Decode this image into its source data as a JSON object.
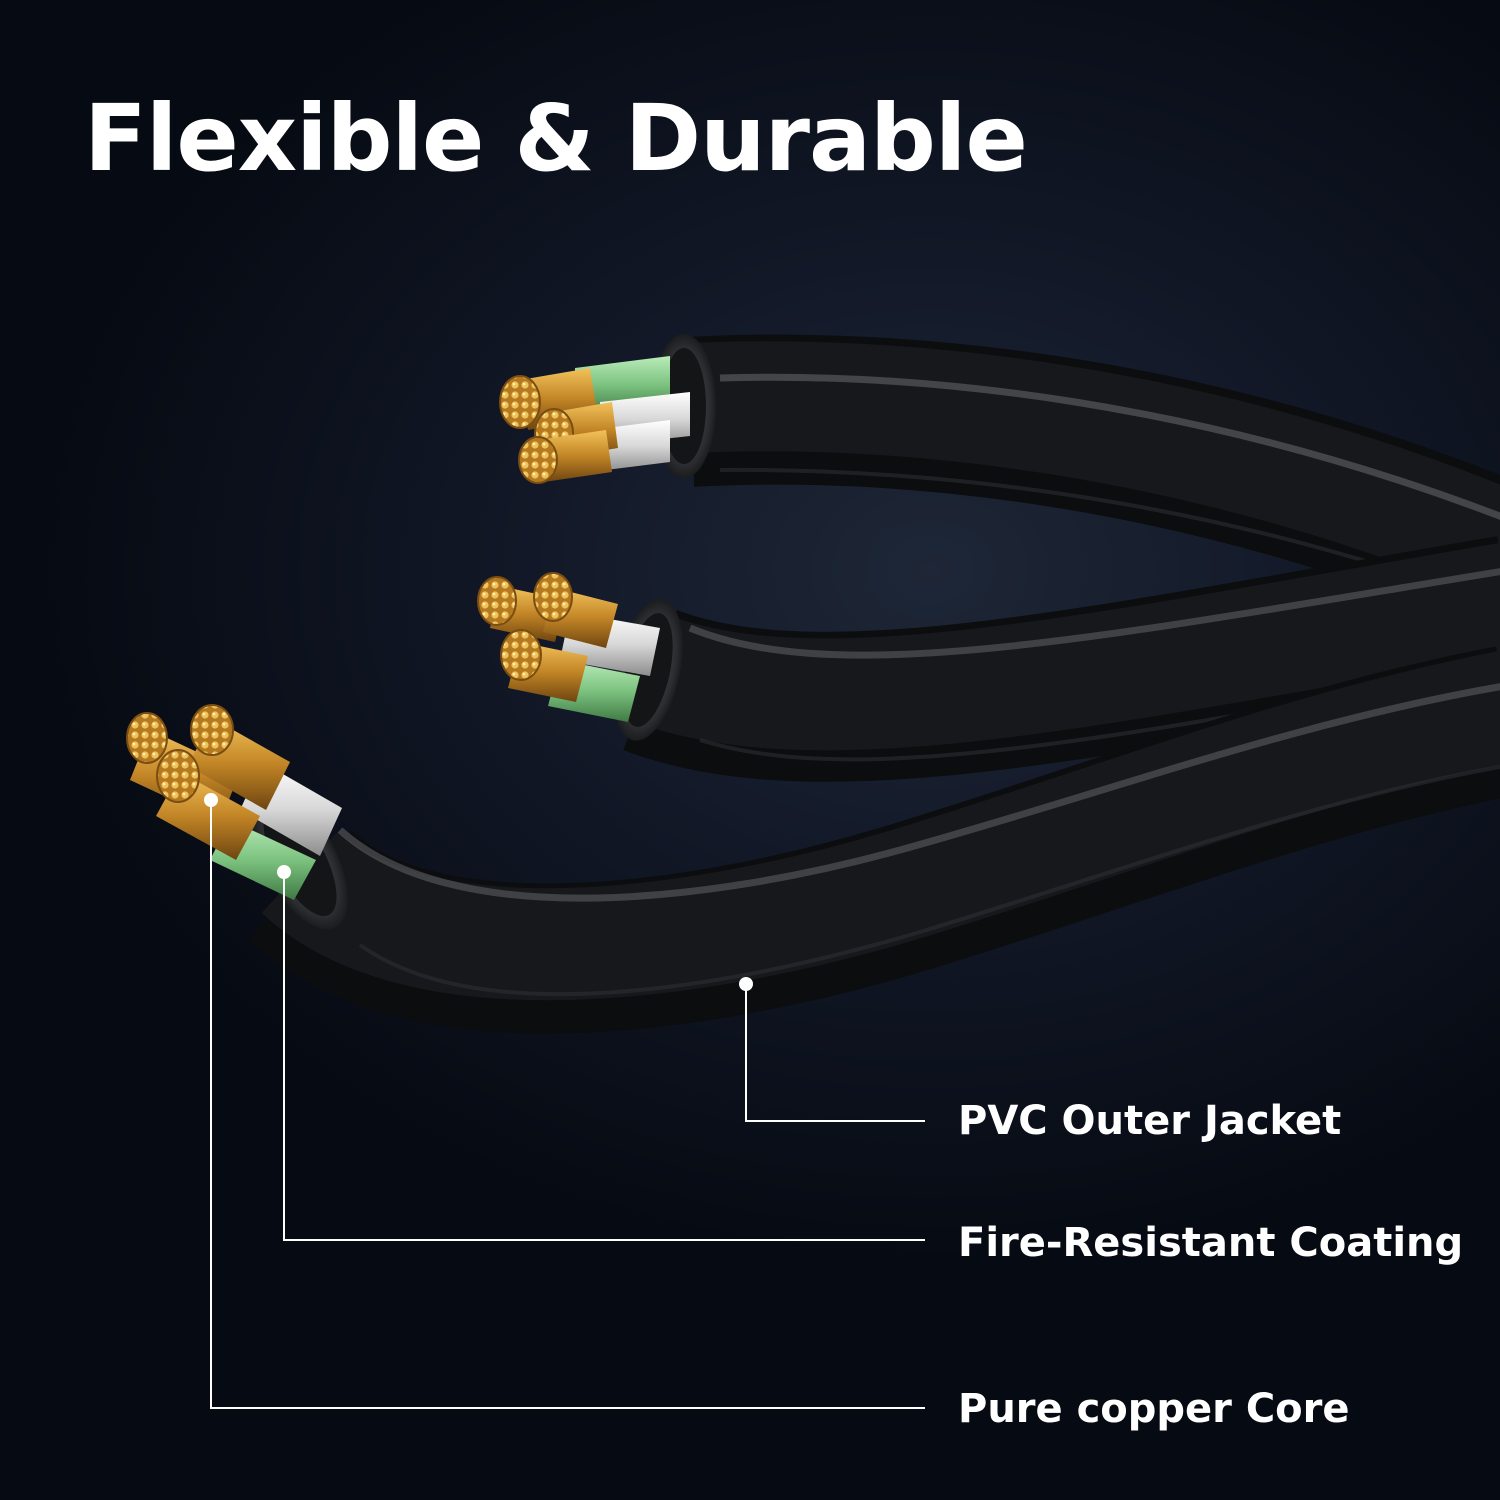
{
  "headline": "Flexible & Durable",
  "callouts": [
    {
      "label": "PVC Outer Jacket"
    },
    {
      "label": "Fire-Resistant Coating"
    },
    {
      "label": "Pure copper Core"
    }
  ],
  "colors": {
    "background": "#0b101b",
    "text": "#ffffff",
    "jacket": "#101113",
    "copper": "#c98e2c",
    "green_insulation": "#88c98a",
    "white_insulation": "#dcdcdc",
    "leader_line": "#ffffff"
  }
}
